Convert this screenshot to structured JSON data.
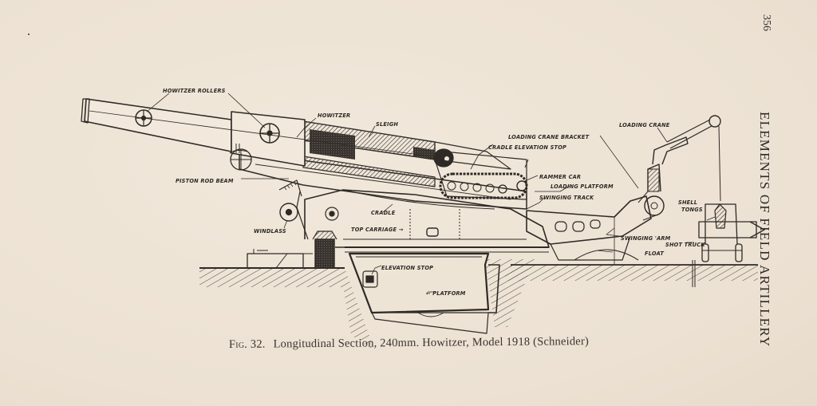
{
  "page": {
    "page_number": "356",
    "running_head": "ELEMENTS OF FIELD ARTILLERY",
    "paper_color": "#efe5d7",
    "ink_color": "#2a2622"
  },
  "figure": {
    "number_label": "Fig. 32.",
    "caption": "Longitudinal Section, 240mm. Howitzer, Model 1918 (Schneider)",
    "labels": {
      "howitzer_rollers": "HOWITZER ROLLERS",
      "howitzer": "HOWITZER",
      "sleigh": "SLEIGH",
      "loading_crane_bracket": "LOADING CRANE BRACKET",
      "cradle_elevation_stop": "CRADLE ELEVATION STOP",
      "loading_crane": "LOADING CRANE",
      "piston_rod_beam": "PISTON ROD BEAM",
      "rammer_car": "RAMMER CAR",
      "loading_platform": "LOADING PLATFORM",
      "swinging_track": "SWINGING TRACK",
      "cradle": "CRADLE",
      "windlass": "WINDLASS",
      "top_carriage": "TOP CARRIAGE →",
      "shell_tongs_1": "SHELL",
      "shell_tongs_2": "TONGS",
      "swinging_arm": "SWINGING 'ARM",
      "shot_truck": "SHOT TRUCK",
      "float": "FLOAT",
      "elevation_stop": "ELEVATION STOP",
      "platform": "← PLATFORM"
    }
  }
}
